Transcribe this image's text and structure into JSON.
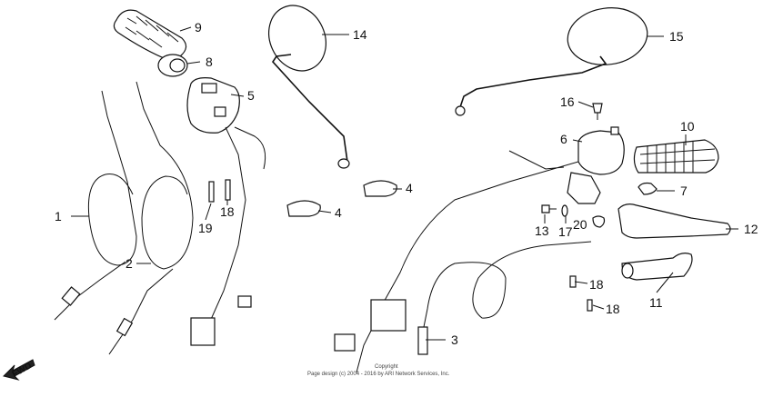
{
  "callouts": [
    {
      "id": "p1",
      "label": "1"
    },
    {
      "id": "p2",
      "label": "2"
    },
    {
      "id": "p3",
      "label": "3"
    },
    {
      "id": "p4a",
      "label": "4"
    },
    {
      "id": "p4b",
      "label": "4"
    },
    {
      "id": "p5",
      "label": "5"
    },
    {
      "id": "p6",
      "label": "6"
    },
    {
      "id": "p7",
      "label": "7"
    },
    {
      "id": "p8",
      "label": "8"
    },
    {
      "id": "p9",
      "label": "9"
    },
    {
      "id": "p10",
      "label": "10"
    },
    {
      "id": "p11",
      "label": "11"
    },
    {
      "id": "p12",
      "label": "12"
    },
    {
      "id": "p13",
      "label": "13"
    },
    {
      "id": "p14",
      "label": "14"
    },
    {
      "id": "p15",
      "label": "15"
    },
    {
      "id": "p16",
      "label": "16"
    },
    {
      "id": "p17",
      "label": "17"
    },
    {
      "id": "p18a",
      "label": "18"
    },
    {
      "id": "p18b",
      "label": "18"
    },
    {
      "id": "p18c",
      "label": "18"
    },
    {
      "id": "p19",
      "label": "19"
    },
    {
      "id": "p20",
      "label": "20"
    }
  ],
  "fwd_label": "FWD",
  "copyright_line1": "Copyright",
  "copyright_line2": "Page design (c) 2004 - 2016 by ARI Network Services, Inc."
}
